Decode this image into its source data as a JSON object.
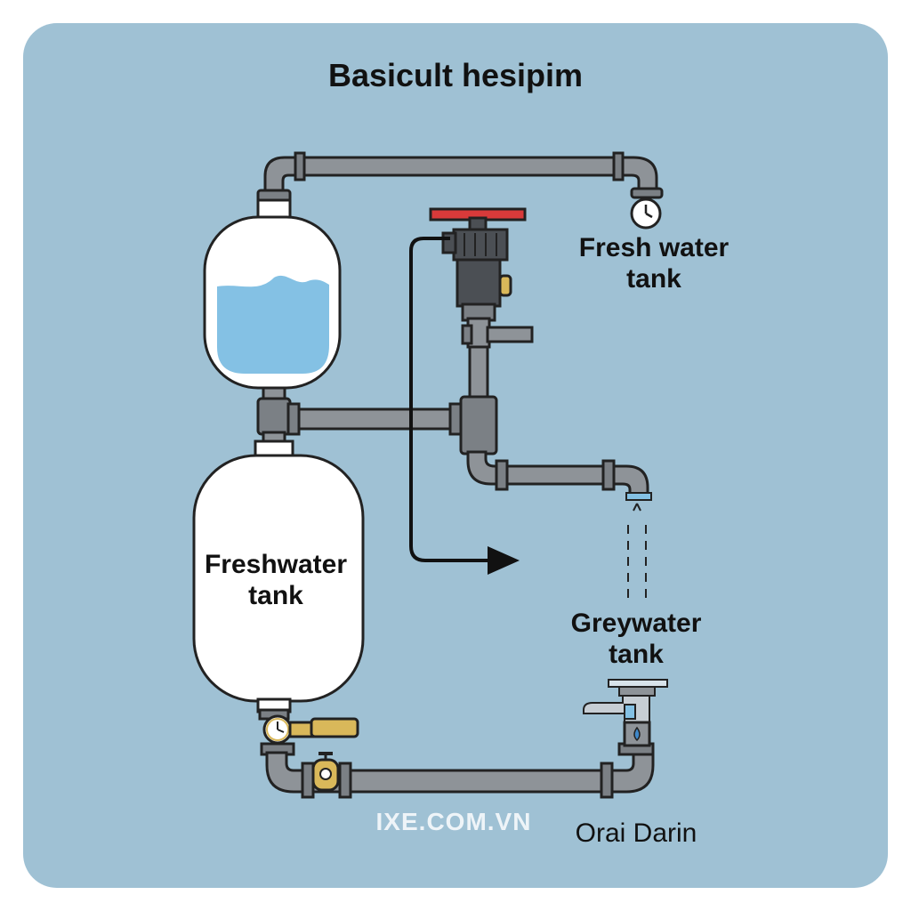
{
  "title": "Basicult hesipim",
  "labels": {
    "fresh_water_tank_right": [
      "Fresh water",
      "tank"
    ],
    "freshwater_tank_main": [
      "Freshwater",
      "tank"
    ],
    "greywater_tank": [
      "Greywater",
      "tank"
    ],
    "drain": "Orai Darin"
  },
  "watermark": "IXE.COM.VN",
  "colors": {
    "background": "#9fc1d4",
    "pipe": "#8e9398",
    "water": "#84c1e4",
    "valve_handle": "#d83a3a",
    "brass": "#d9b85a"
  }
}
